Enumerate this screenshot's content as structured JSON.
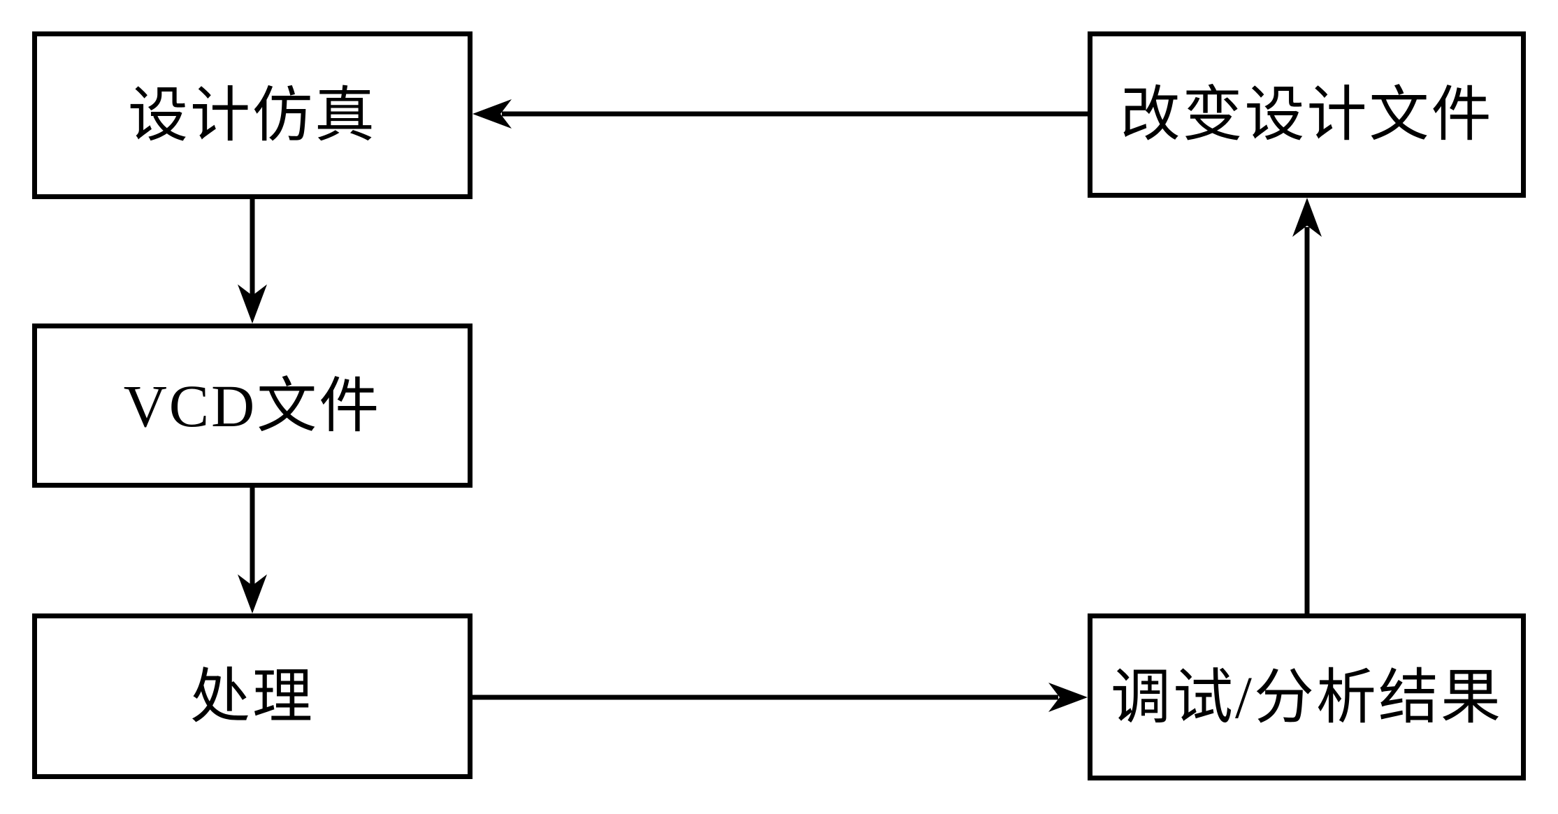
{
  "diagram": {
    "type": "flowchart",
    "colors": {
      "background": "#ffffff",
      "stroke": "#000000",
      "text": "#000000"
    },
    "nodes": [
      {
        "id": "design-simulation",
        "label": "设计仿真"
      },
      {
        "id": "vcd-file",
        "label": "VCD文件"
      },
      {
        "id": "processing",
        "label": "处理"
      },
      {
        "id": "change-design-file",
        "label": "改变设计文件"
      },
      {
        "id": "debug-analysis-results",
        "label": "调试/分析结果"
      }
    ],
    "edges": [
      {
        "from": "change-design-file",
        "to": "design-simulation",
        "direction": "left"
      },
      {
        "from": "design-simulation",
        "to": "vcd-file",
        "direction": "down"
      },
      {
        "from": "vcd-file",
        "to": "processing",
        "direction": "down"
      },
      {
        "from": "processing",
        "to": "debug-analysis-results",
        "direction": "right"
      },
      {
        "from": "debug-analysis-results",
        "to": "change-design-file",
        "direction": "up"
      }
    ]
  }
}
